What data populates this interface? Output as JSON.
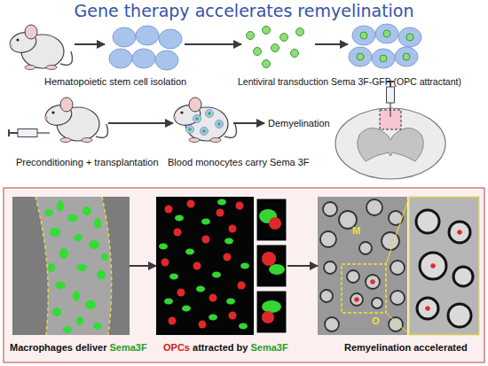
{
  "diagram": {
    "title": "Gene therapy accelerates remyelination",
    "nodes": [
      {
        "text": [
          "Hematopoietic stem cell isolation"
        ]
      },
      {
        "text": [
          "Lentiviral transduction Sema 3F-GFP (OPC attractant)"
        ]
      },
      {
        "text": [
          "Preconditioning + transplantation"
        ]
      },
      {
        "text": [
          "Blood monocytes carry Sema 3F"
        ]
      },
      {
        "text": [
          "Demyelination"
        ]
      },
      {
        "text": [
          "Macrophages deliver",
          "Sema3F"
        ]
      },
      {
        "text": [
          "OPCs",
          "attracted by",
          "Sema3F"
        ]
      },
      {
        "text": [
          "Remyelination accelerated"
        ]
      }
    ],
    "edges": [
      {
        "from": 0,
        "to": 1,
        "arrow": "to"
      },
      {
        "from": 2,
        "to": 3,
        "arrow": "to"
      },
      {
        "from": 3,
        "to": 4,
        "arrow": "to"
      },
      {
        "from": 5,
        "to": 6,
        "arrow": "to"
      },
      {
        "from": 6,
        "to": 7,
        "arrow": "to"
      }
    ],
    "labels": [
      "M",
      "O"
    ]
  }
}
